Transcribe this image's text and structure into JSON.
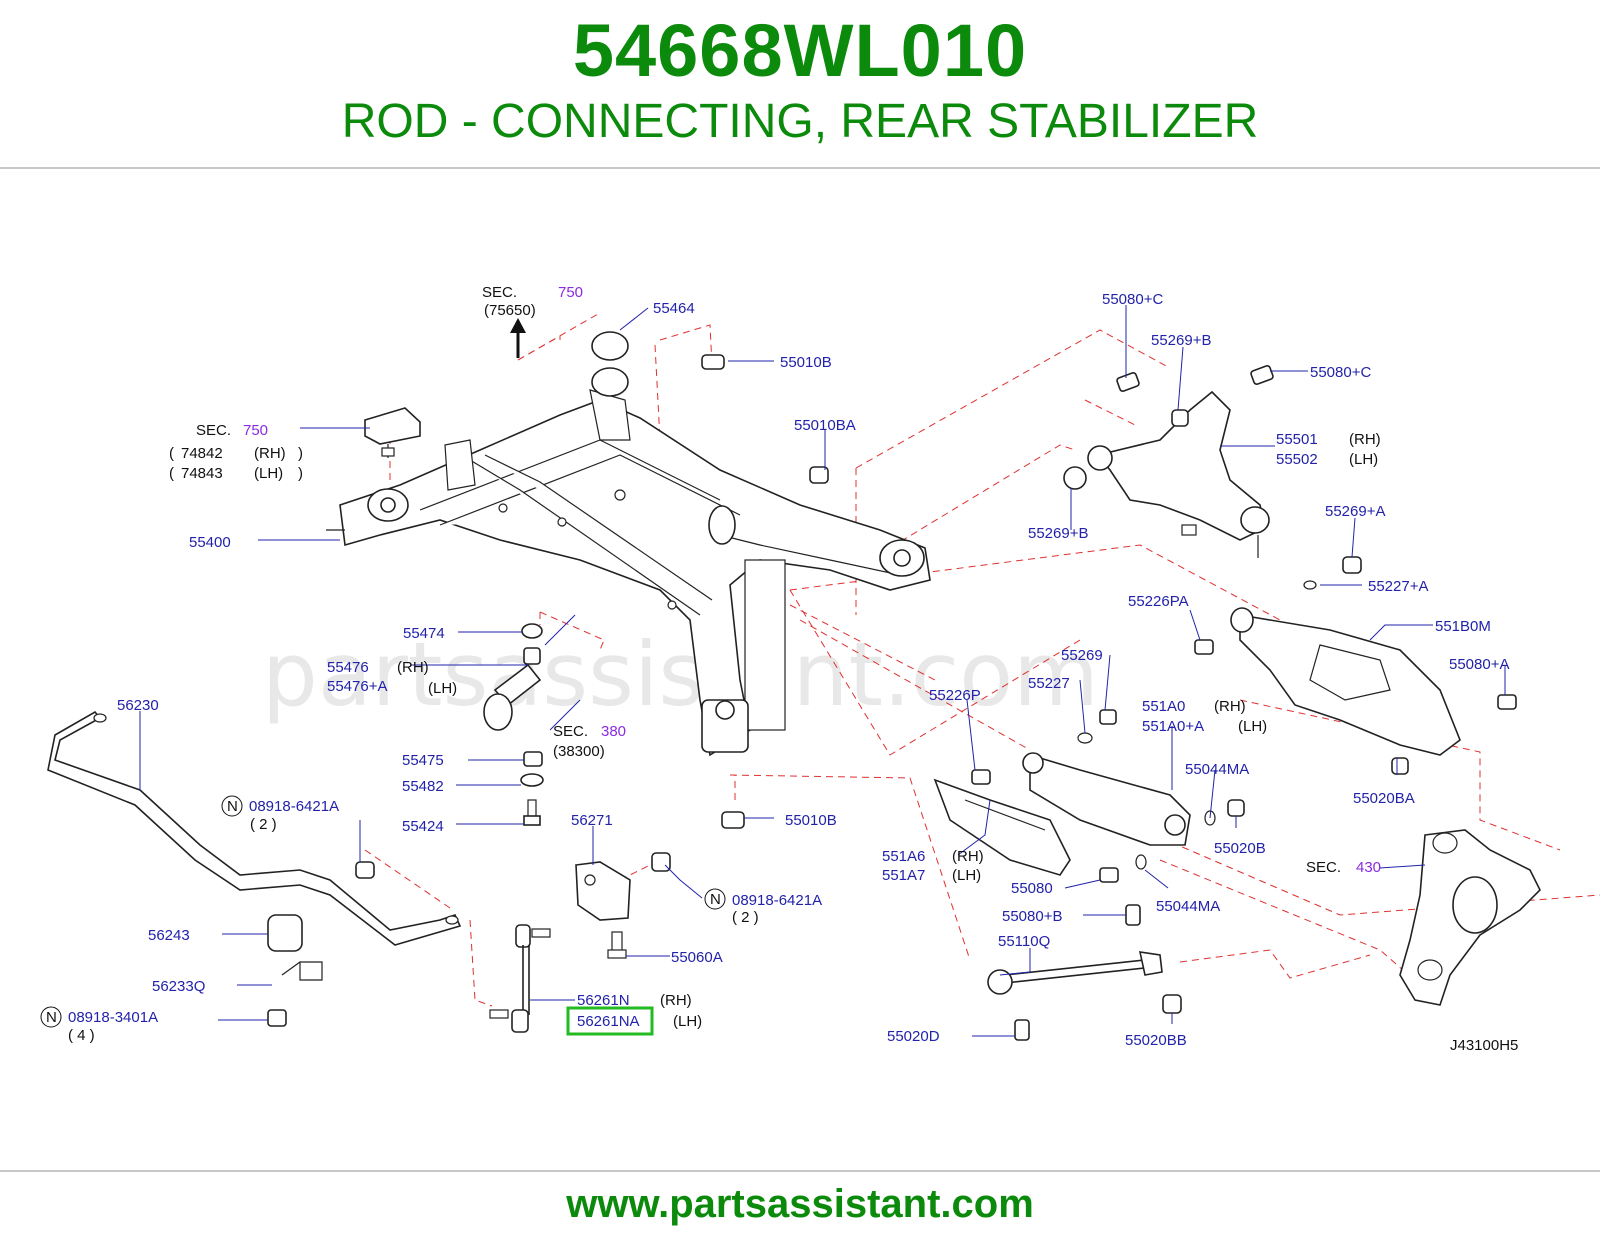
{
  "header": {
    "part_number": "54668WL010",
    "description": "ROD - CONNECTING, REAR STABILIZER"
  },
  "footer": {
    "url": "www.partsassistant.com"
  },
  "watermark": "partsassistant.com",
  "diagram_code": "J43100H5",
  "highlight": {
    "part": "56261NA",
    "color": "#22bb22"
  },
  "colors": {
    "title": "#0c8a0c",
    "label": "#2222aa",
    "section_ref": "#8a2be2",
    "dashed_line": "#e03030"
  },
  "sections": {
    "s750_top": {
      "prefix": "SEC.",
      "num": "750",
      "sub": "(75650)"
    },
    "s750_left": {
      "prefix": "SEC.",
      "num": "750"
    },
    "s380": {
      "prefix": "SEC.",
      "num": "380",
      "sub": "(38300)"
    },
    "s430": {
      "prefix": "SEC.",
      "num": "430"
    }
  },
  "labels": {
    "p55464": "55464",
    "p55010B_a": "55010B",
    "p55010BA": "55010BA",
    "p74842": "74842",
    "p74843": "74843",
    "rh": "(RH)",
    "lh": "(LH)",
    "p55400": "55400",
    "p55474": "55474",
    "p55476": "55476",
    "p55476A": "55476+A",
    "p55475": "55475",
    "p55482": "55482",
    "p55424": "55424",
    "p56230": "56230",
    "n_a": "N",
    "p08918_6421A_a": "08918-6421A",
    "qty2_a": "( 2 )",
    "p56271": "56271",
    "p08918_6421A_b": "08918-6421A",
    "qty2_b": "( 2 )",
    "p55060A": "55060A",
    "p56243": "56243",
    "p56233Q": "56233Q",
    "p08918_3401A": "08918-3401A",
    "qty4": "( 4 )",
    "p56261N": "56261N",
    "p56261NA": "56261NA",
    "p55010B_b": "55010B",
    "p55080C_a": "55080+C",
    "p55269B_a": "55269+B",
    "p55080C_b": "55080+C",
    "p55501": "55501",
    "p55502": "55502",
    "p55269B_b": "55269+B",
    "p55269A": "55269+A",
    "p55227A": "55227+A",
    "p55226PA": "55226PA",
    "p551B0M": "551B0M",
    "p55269": "55269",
    "p55227": "55227",
    "p55080A": "55080+A",
    "p55226P": "55226P",
    "p551A0": "551A0",
    "p551A0A": "551A0+A",
    "p55044MA_a": "55044MA",
    "p55020BA": "55020BA",
    "p55020B": "55020B",
    "p551A6": "551A6",
    "p551A7": "551A7",
    "p55080": "55080",
    "p55044MA_b": "55044MA",
    "p55080B": "55080+B",
    "p55110Q": "55110Q",
    "p55020D": "55020D",
    "p55020BB": "55020BB"
  }
}
